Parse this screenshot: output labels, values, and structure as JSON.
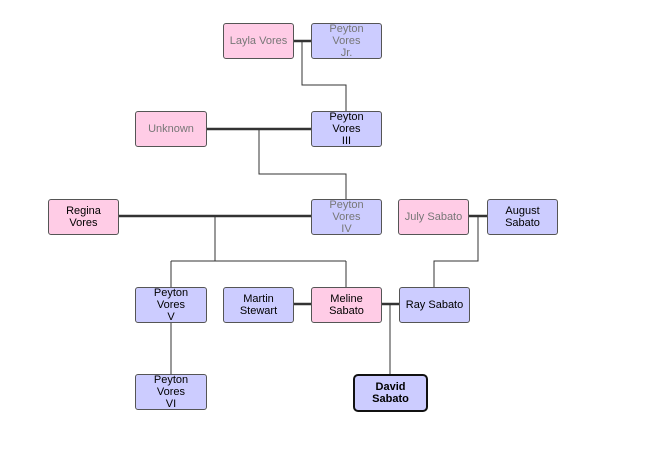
{
  "colors": {
    "female_fill": "#ffcce6",
    "male_fill": "#ccccff",
    "line": "#333333",
    "dim_text": "#777777"
  },
  "people": {
    "layla_vores": "Layla Vores",
    "peyton_vores_jr": "Peyton Vores\nJr.",
    "unknown": "Unknown",
    "peyton_vores_iii": "Peyton Vores\nIII",
    "regina_vores": "Regina Vores",
    "peyton_vores_iv": "Peyton Vores\nIV",
    "july_sabato": "July Sabato",
    "august_sabato": "August\nSabato",
    "peyton_vores_v": "Peyton Vores\nV",
    "martin_stewart": "Martin\nStewart",
    "meline_sabato": "Meline\nSabato",
    "ray_sabato": "Ray Sabato",
    "david_sabato": "David\nSabato",
    "peyton_vores_vi": "Peyton Vores\nVI"
  }
}
